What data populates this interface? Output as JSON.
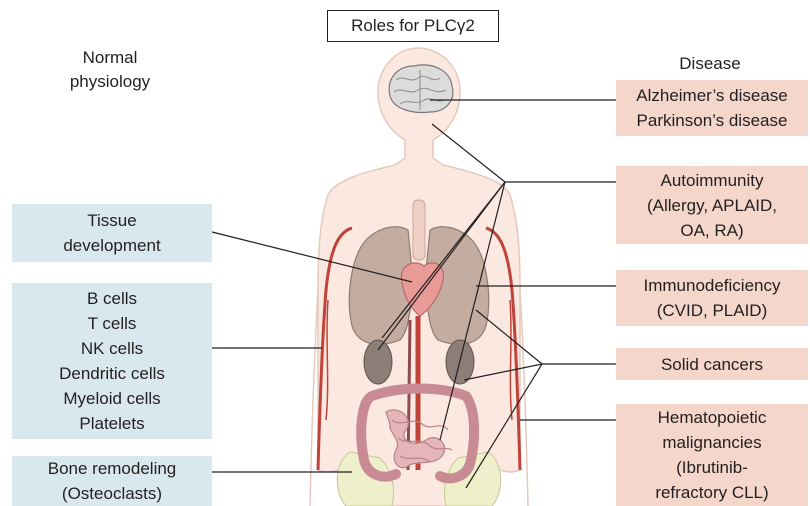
{
  "title": "Roles for PLCγ2",
  "headings": {
    "left": [
      "Normal",
      "physiology"
    ],
    "right": "Disease"
  },
  "left_boxes": [
    {
      "lines": [
        "Tissue",
        "development"
      ]
    },
    {
      "lines": [
        "B cells",
        "T cells",
        "NK cells",
        "Dendritic cells",
        "Myeloid cells",
        "Platelets"
      ]
    },
    {
      "lines": [
        "Bone remodeling",
        "(Osteoclasts)"
      ]
    }
  ],
  "right_boxes": [
    {
      "lines": [
        "Alzheimer’s disease",
        "Parkinson’s disease"
      ]
    },
    {
      "lines": [
        "Autoimmunity",
        "(Allergy, APLAID,",
        "OA, RA)"
      ]
    },
    {
      "lines": [
        "Immunodeficiency",
        "(CVID, PLAID)"
      ]
    },
    {
      "lines": [
        "Solid cancers"
      ]
    },
    {
      "lines": [
        "Hematopoietic",
        "malignancies",
        "(Ibrutinib-",
        "refractory CLL)"
      ]
    }
  ],
  "colors": {
    "normal_box": "#d9e8ef",
    "disease_box": "#f4d6ca",
    "skin": "#fbe9e1",
    "skin_outline": "#e6c9bc",
    "lung": "#c4aca1",
    "heart": "#e89a97",
    "vessel": "#c0433a",
    "kidney": "#8d7e77",
    "intestine": "#d9a8ad",
    "bone": "#eef0cc",
    "brain": "#dcdcdc"
  }
}
